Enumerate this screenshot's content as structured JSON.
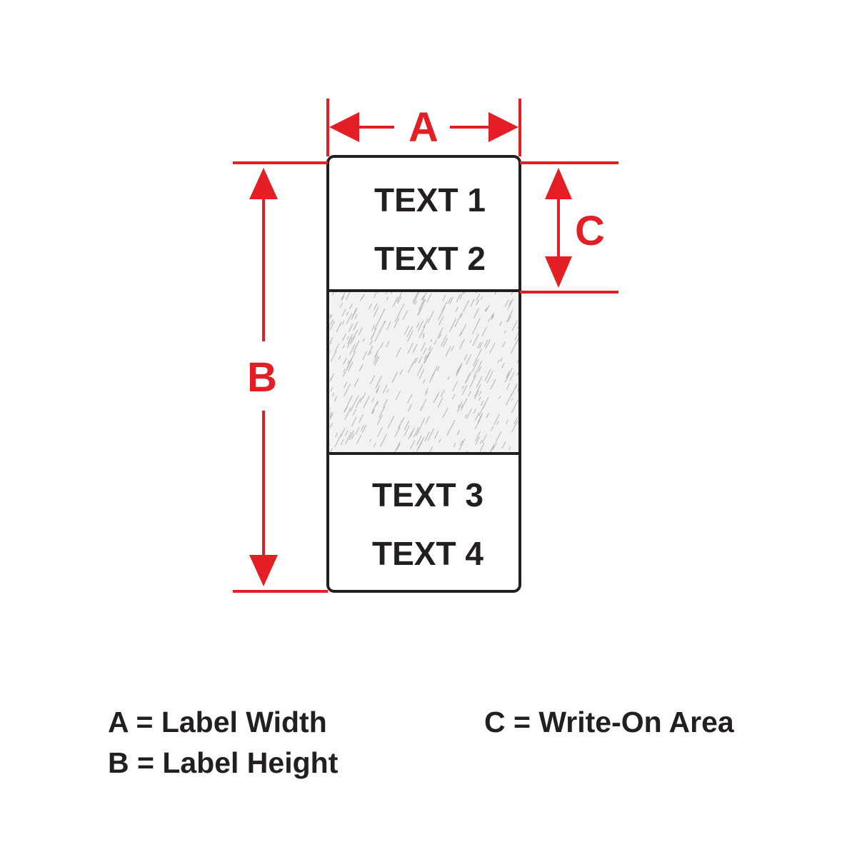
{
  "colors": {
    "dimension": "#e31e24",
    "outline": "#231f20",
    "text": "#231f20",
    "write_on_fill": "#f2f2f2",
    "write_on_texture": "#b3b3b3"
  },
  "dimensions": {
    "a": "A",
    "b": "B",
    "c": "C"
  },
  "label": {
    "top_lines": [
      "TEXT 1",
      "TEXT 2"
    ],
    "bottom_lines": [
      "TEXT 3",
      "TEXT 4"
    ]
  },
  "legend": {
    "a": "A = Label Width",
    "b": "B = Label Height",
    "c": "C = Write-On Area"
  }
}
